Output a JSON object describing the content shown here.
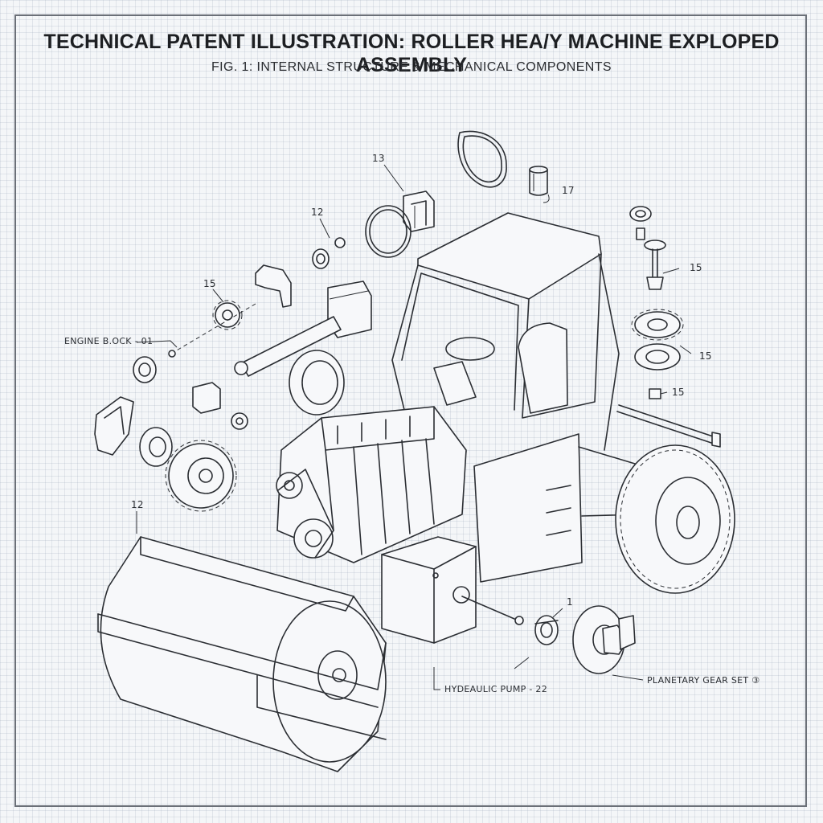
{
  "title": "TECHNICAL PATENT ILLUSTRATION: ROLLER HEA/Y MACHINE EXPLOPED ASSEMBLY",
  "subtitle": "FIG. 1: INTERNAL STRUCTURE & MECHANICAL COMPONENTS",
  "callouts": {
    "c13": "13",
    "c17": "17",
    "c12_top": "12",
    "c15_left": "15",
    "c15_right_top": "15",
    "c15_right_mid": "15",
    "c15_right_low": "15",
    "c12_left": "12",
    "c1": "1",
    "engine_block": "ENGINE B.OCK - 01",
    "hydraulic_pump": "HYDEAULIC PUMP - 22",
    "planetary_gear": "PLANETARY GEAR SET ③"
  }
}
